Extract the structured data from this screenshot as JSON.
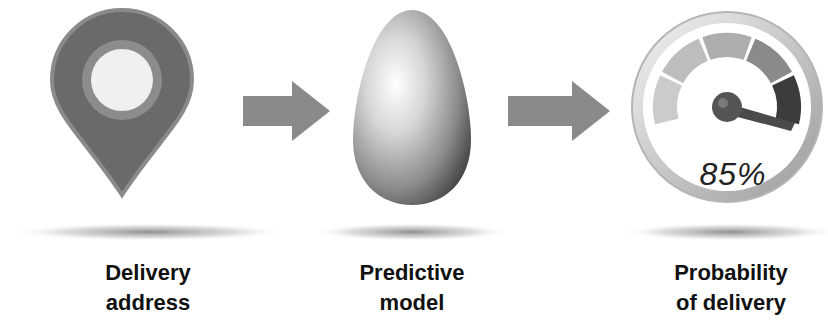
{
  "diagram": {
    "nodes": [
      {
        "text": [
          "Delivery address"
        ]
      },
      {
        "text": [
          "Predictive model"
        ]
      },
      {
        "text": [
          "85%",
          "Probability of delivery"
        ]
      }
    ],
    "edges": [
      {
        "from": 0,
        "to": 1,
        "arrow": "to"
      },
      {
        "from": 1,
        "to": 2,
        "arrow": "to"
      }
    ]
  }
}
